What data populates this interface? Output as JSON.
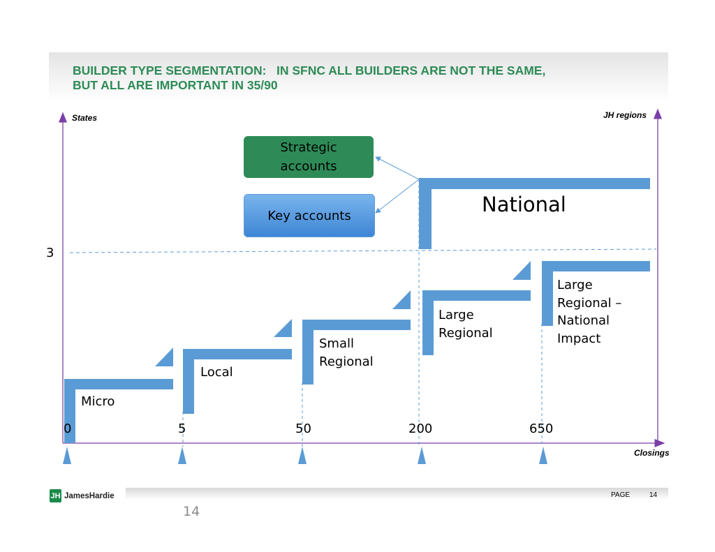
{
  "header": {
    "title_line1": "BUILDER TYPE SEGMENTATION:   IN SFNC ALL BUILDERS ARE NOT THE SAME,",
    "title_line2": "BUT ALL ARE IMPORTANT IN 35/90"
  },
  "axes": {
    "y_left_label": "States",
    "y_right_label": "JH regions",
    "x_label": "Closings",
    "y_mark": "3"
  },
  "x_ticks": [
    "0",
    "5",
    "50",
    "200",
    "650"
  ],
  "segments": {
    "micro": "Micro",
    "local": "Local",
    "small_regional": "Small\nRegional",
    "large_regional": "Large\nRegional",
    "lr_national": "Large\nRegional –\nNational\nImpact",
    "national": "National"
  },
  "accounts": {
    "strategic": "Strategic\naccounts",
    "key": "Key accounts"
  },
  "colors": {
    "step": "#5b9bd5",
    "axis": "#8e5fb0",
    "title": "#2e8b57",
    "strategic": "#2e8b57"
  },
  "footer": {
    "logo": "JamesHardie",
    "page_label": "PAGE",
    "page_number": "14",
    "slide_number": "14"
  }
}
